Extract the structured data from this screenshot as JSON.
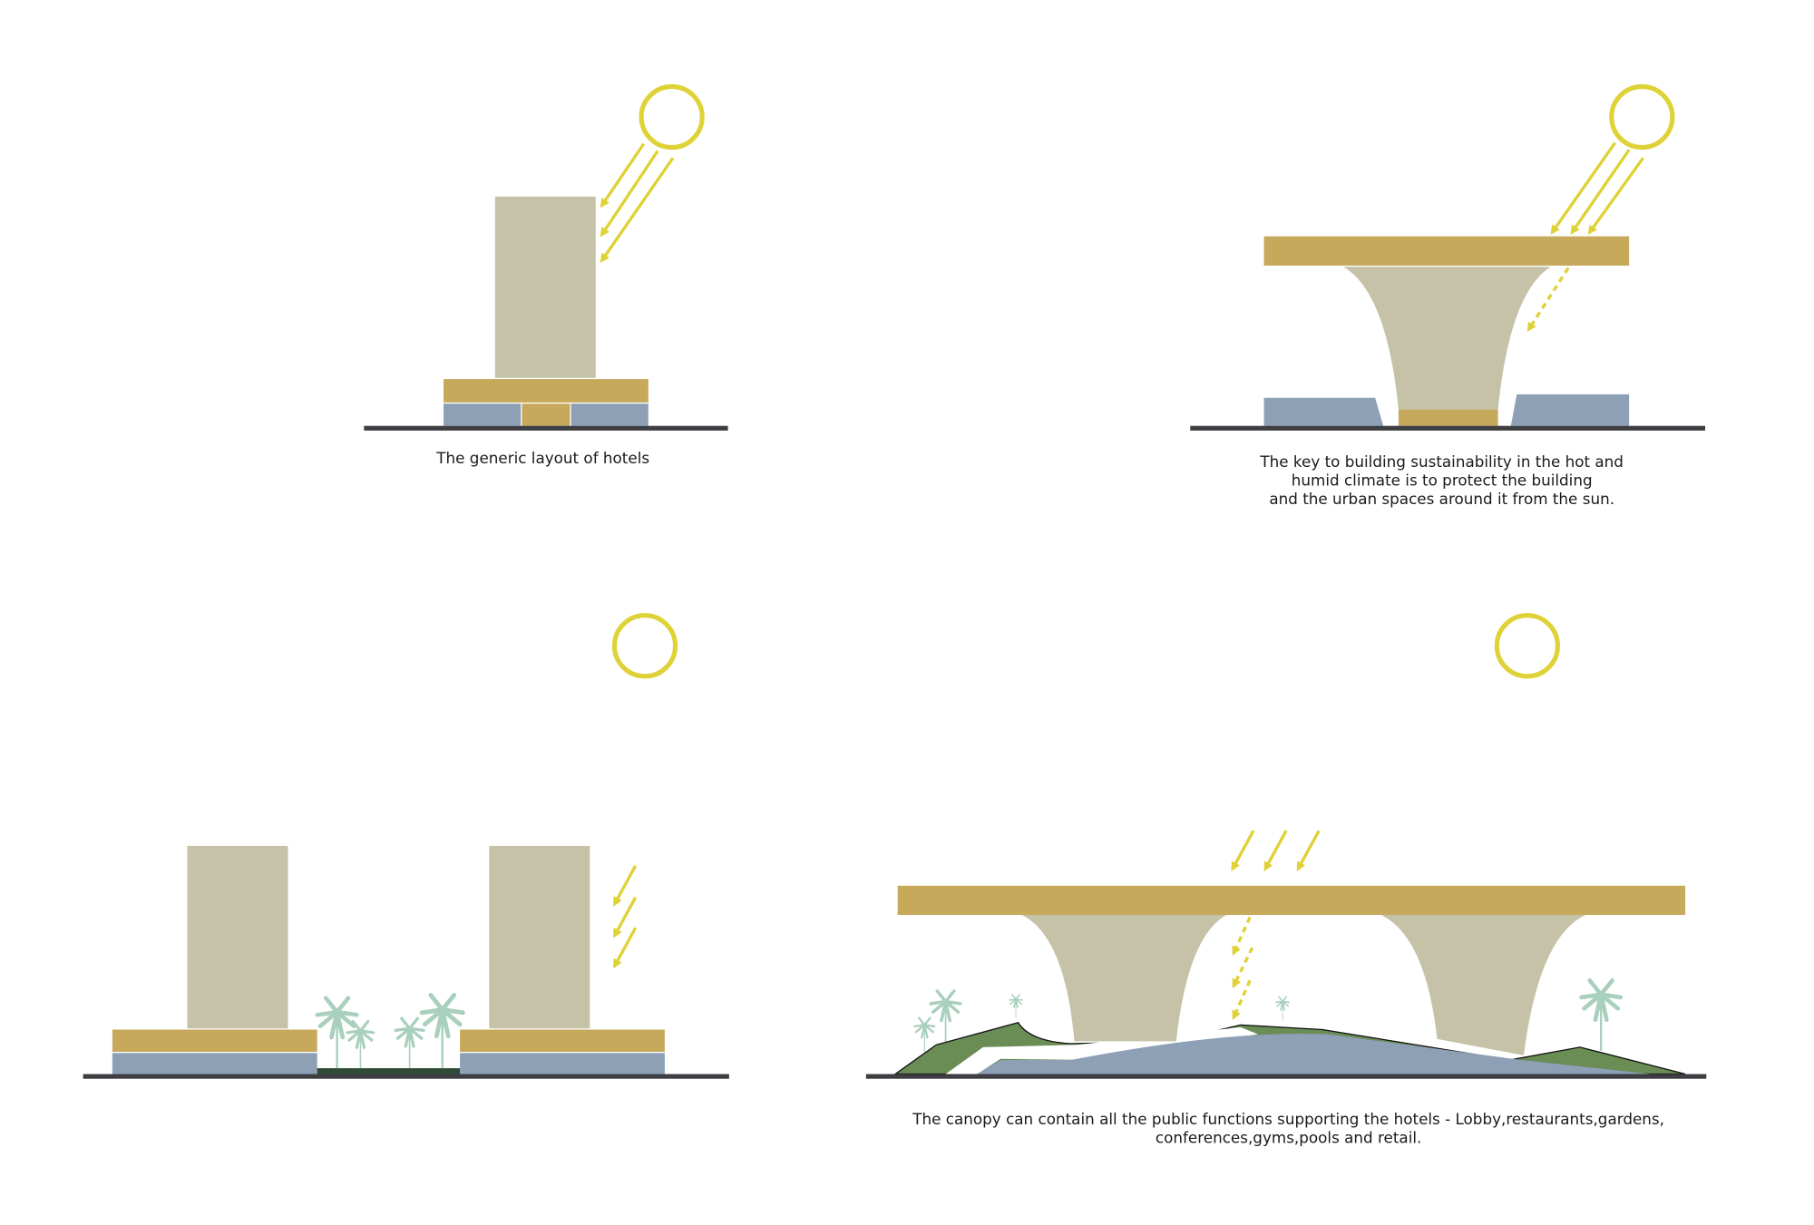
{
  "colors": {
    "sun": "#dfd236",
    "tower": "#c5c2a8",
    "podium": "#c6a95a",
    "base": "#8ea0b6",
    "ground": "#3e3e42",
    "green": "#6a8c55",
    "dark_green": "#2f4a35",
    "palm": "#a9cfbd"
  },
  "panels": [
    {
      "caption_lines": [
        "The generic layout of hotels"
      ]
    },
    {
      "caption_lines": [
        "The key to building sustainability in the hot and",
        "humid climate is to protect the building",
        "and the urban spaces around it from the sun."
      ]
    },
    {
      "caption_lines": []
    },
    {
      "caption_lines": [
        "The canopy can contain all the public functions supporting the hotels - Lobby,restaurants,gardens,",
        "conferences,gyms,pools and retail."
      ]
    }
  ]
}
